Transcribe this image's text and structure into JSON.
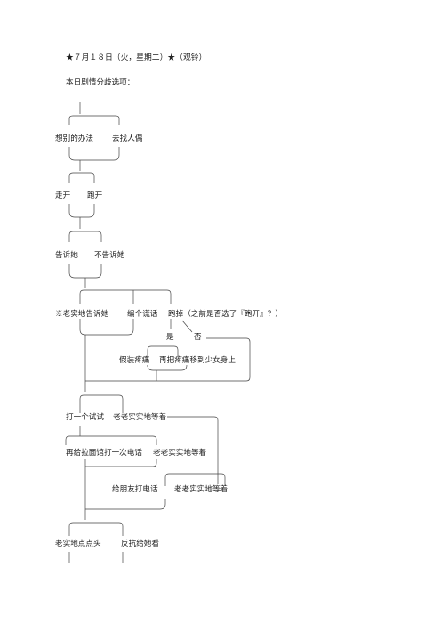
{
  "header": {
    "title": "★７月１８日（火，星期二）★（观铃）",
    "subtitle": "本日剧情分歧选项："
  },
  "flowchart": {
    "step1": {
      "left": "想别的办法",
      "right": "去找人偶"
    },
    "step2": {
      "left": "走开",
      "right": "跑开"
    },
    "step3": {
      "left": "告诉她",
      "right": "不告诉她"
    },
    "step4": {
      "a": "※老实地告诉她",
      "b": "编个谎话",
      "c": "跑掉（之前是否选了『跑开』？）",
      "yes": "是",
      "no": "否",
      "yes_a": "假装疼痛",
      "yes_b": "再把疼痛移到少女身上"
    },
    "step5": {
      "a": "打一个试试",
      "a_alt": "老老实实地等着",
      "b": "再给拉面馆打一次电话",
      "b_alt": "老老实实地等着",
      "c": "给朋友打电话",
      "c_alt": "老老实实地等着"
    },
    "step6": {
      "left": "老实地点点头",
      "right": "反抗给她看"
    }
  }
}
